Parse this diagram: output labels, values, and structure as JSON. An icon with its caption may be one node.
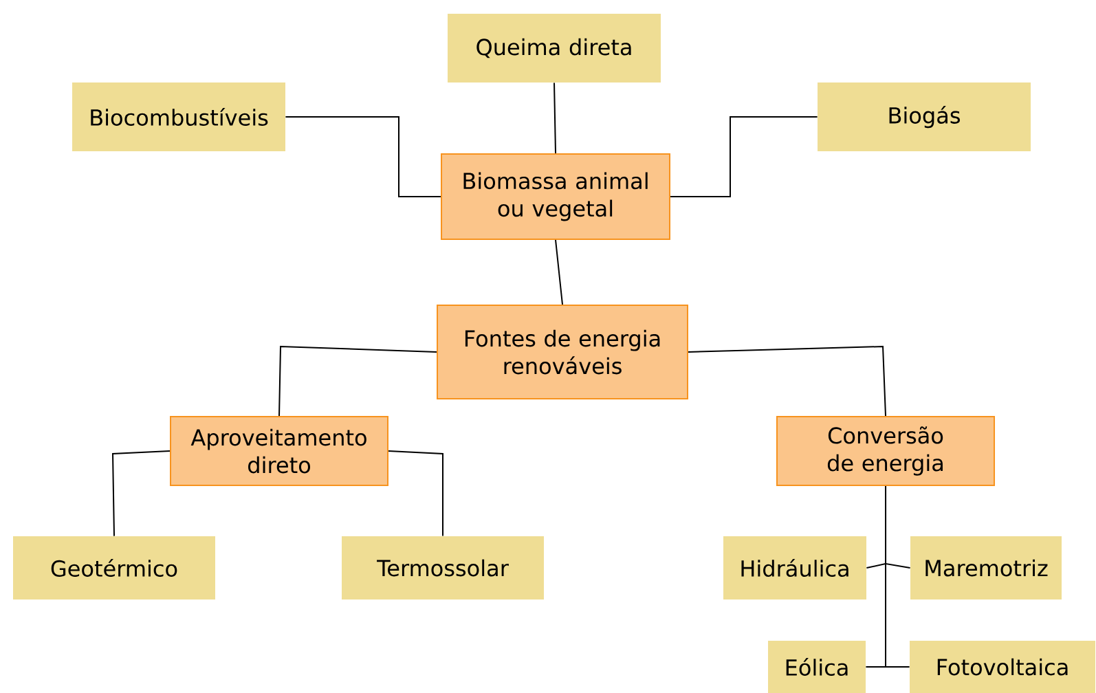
{
  "diagram": {
    "nodes": [
      {
        "text": [
          "Queima direta"
        ]
      },
      {
        "text": [
          "Biocombustíveis"
        ]
      },
      {
        "text": [
          "Biogás"
        ]
      },
      {
        "text": [
          "Biomassa animal ou vegetal"
        ]
      },
      {
        "text": [
          "Fontes de energia renováveis"
        ]
      },
      {
        "text": [
          "Aproveitamento direto"
        ]
      },
      {
        "text": [
          "Conversão de energia"
        ]
      },
      {
        "text": [
          "Geotérmico"
        ]
      },
      {
        "text": [
          "Termossolar"
        ]
      },
      {
        "text": [
          "Hidráulica"
        ]
      },
      {
        "text": [
          "Maremotriz"
        ]
      },
      {
        "text": [
          "Eólica"
        ]
      },
      {
        "text": [
          "Fotovoltaica"
        ]
      }
    ],
    "edges": [
      {
        "from": 3,
        "to": 0,
        "arrow": "none"
      },
      {
        "from": 3,
        "to": 1,
        "arrow": "none"
      },
      {
        "from": 3,
        "to": 2,
        "arrow": "none"
      },
      {
        "from": 3,
        "to": 4,
        "arrow": "none"
      },
      {
        "from": 4,
        "to": 5,
        "arrow": "none"
      },
      {
        "from": 4,
        "to": 6,
        "arrow": "none"
      },
      {
        "from": 5,
        "to": 7,
        "arrow": "none"
      },
      {
        "from": 5,
        "to": 8,
        "arrow": "none"
      },
      {
        "from": 6,
        "to": 9,
        "arrow": "none"
      },
      {
        "from": 6,
        "to": 10,
        "arrow": "none"
      },
      {
        "from": 6,
        "to": 11,
        "arrow": "none"
      },
      {
        "from": 6,
        "to": 12,
        "arrow": "none"
      }
    ]
  }
}
